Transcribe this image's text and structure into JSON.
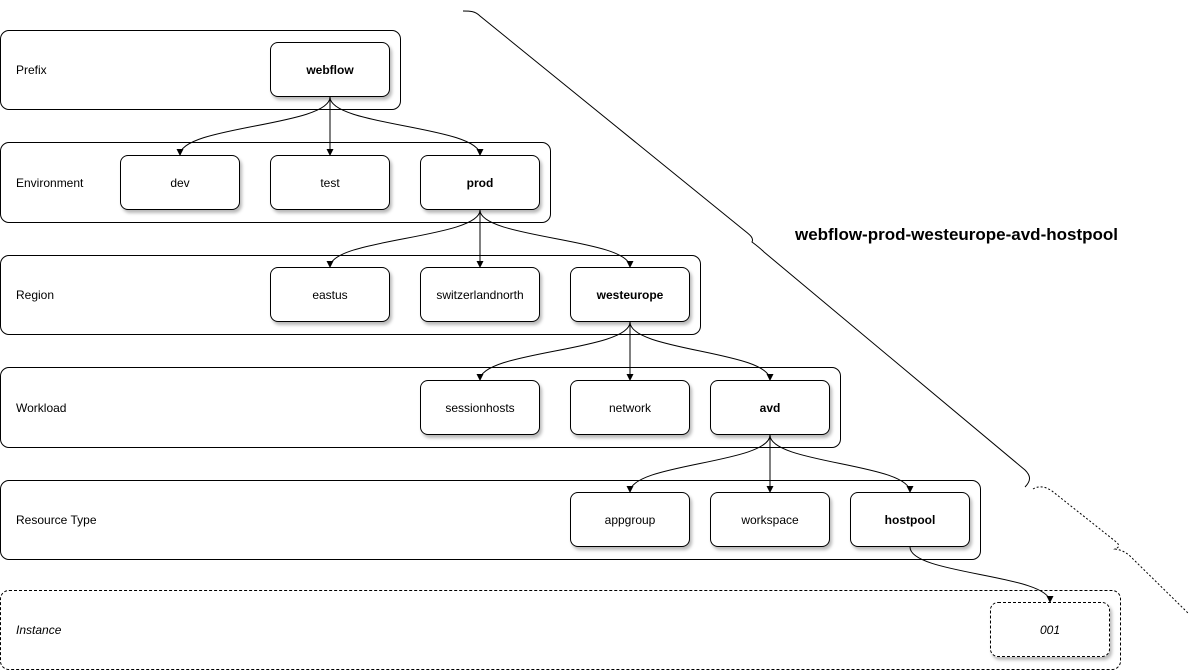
{
  "diagram": {
    "result_name": "webflow-prod-westeurope-avd-hostpool",
    "tiers": [
      {
        "id": "prefix",
        "label": "Prefix",
        "style": "solid",
        "nodes": [
          {
            "id": "webflow",
            "text": "webflow",
            "selected": true
          }
        ]
      },
      {
        "id": "environment",
        "label": "Environment",
        "style": "solid",
        "nodes": [
          {
            "id": "dev",
            "text": "dev",
            "selected": false
          },
          {
            "id": "test",
            "text": "test",
            "selected": false
          },
          {
            "id": "prod",
            "text": "prod",
            "selected": true
          }
        ]
      },
      {
        "id": "region",
        "label": "Region",
        "style": "solid",
        "nodes": [
          {
            "id": "eastus",
            "text": "eastus",
            "selected": false
          },
          {
            "id": "switzerlandnorth",
            "text": "switzerlandnorth",
            "selected": false
          },
          {
            "id": "westeurope",
            "text": "westeurope",
            "selected": true
          }
        ]
      },
      {
        "id": "workload",
        "label": "Workload",
        "style": "solid",
        "nodes": [
          {
            "id": "sessionhosts",
            "text": "sessionhosts",
            "selected": false
          },
          {
            "id": "network",
            "text": "network",
            "selected": false
          },
          {
            "id": "avd",
            "text": "avd",
            "selected": true
          }
        ]
      },
      {
        "id": "resource-type",
        "label": "Resource Type",
        "style": "solid",
        "nodes": [
          {
            "id": "appgroup",
            "text": "appgroup",
            "selected": false
          },
          {
            "id": "workspace",
            "text": "workspace",
            "selected": false
          },
          {
            "id": "hostpool",
            "text": "hostpool",
            "selected": true
          }
        ]
      },
      {
        "id": "instance",
        "label": "Instance",
        "style": "dashed",
        "nodes": [
          {
            "id": "instance-001",
            "text": "001",
            "selected": false
          }
        ]
      }
    ],
    "connections": [
      {
        "from": "webflow",
        "to": "dev"
      },
      {
        "from": "webflow",
        "to": "test"
      },
      {
        "from": "webflow",
        "to": "prod"
      },
      {
        "from": "prod",
        "to": "eastus"
      },
      {
        "from": "prod",
        "to": "switzerlandnorth"
      },
      {
        "from": "prod",
        "to": "westeurope"
      },
      {
        "from": "westeurope",
        "to": "sessionhosts"
      },
      {
        "from": "westeurope",
        "to": "network"
      },
      {
        "from": "westeurope",
        "to": "avd"
      },
      {
        "from": "avd",
        "to": "appgroup"
      },
      {
        "from": "avd",
        "to": "workspace"
      },
      {
        "from": "avd",
        "to": "hostpool"
      },
      {
        "from": "hostpool",
        "to": "instance-001"
      }
    ],
    "braces": [
      {
        "id": "main-brace",
        "style": "solid"
      },
      {
        "id": "instance-brace",
        "style": "dotted"
      }
    ]
  }
}
